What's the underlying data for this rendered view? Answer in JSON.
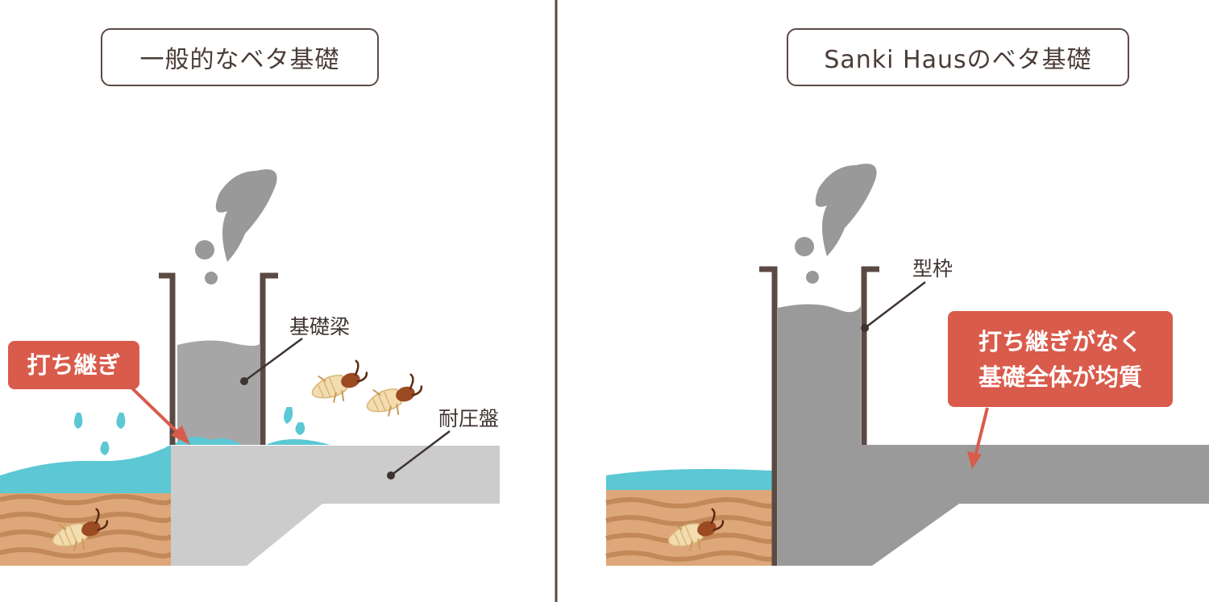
{
  "panels": {
    "left": {
      "title": "一般的なベタ基礎",
      "callout": "打ち継ぎ",
      "label_beam": "基礎梁",
      "label_slab": "耐圧盤"
    },
    "right": {
      "title": "Sanki Hausのベタ基礎",
      "callout_line1": "打ち継ぎがなく",
      "callout_line2": "基礎全体が均質",
      "label_formwork": "型枠"
    }
  },
  "colors": {
    "frame": "#5b4a44",
    "concrete_light": "#cccccc",
    "concrete_mid": "#a6a6a6",
    "concrete_dark": "#9a9a9a",
    "water": "#5bc8d4",
    "soil": "#dea779",
    "soil_stripe": "#c38858",
    "callout": "#d95b4b",
    "termite_body": "#f3dcae",
    "termite_head": "#9c4a22"
  }
}
